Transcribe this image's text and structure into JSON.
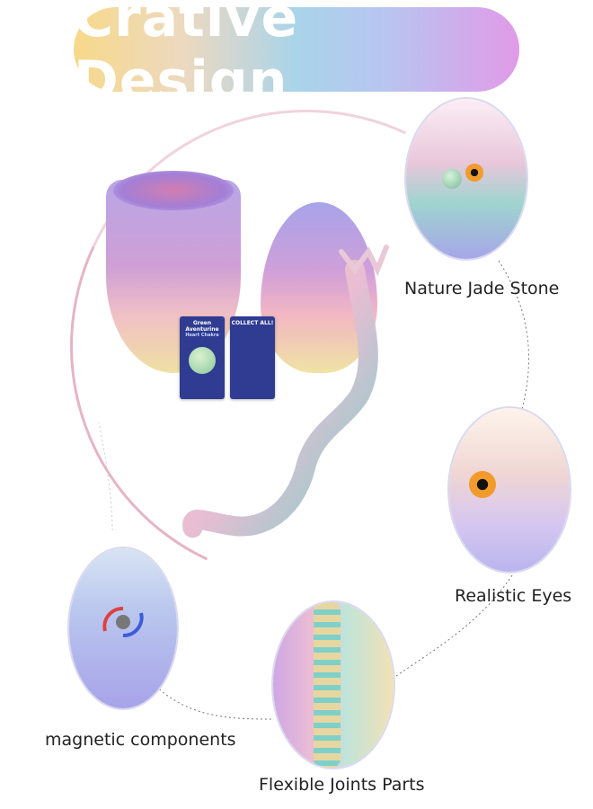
{
  "banner": {
    "title": "Crative Design"
  },
  "labels": {
    "jade": "Nature Jade Stone",
    "eyes": "Realistic Eyes",
    "magnetic": "magnetic components",
    "joints": "Flexible Joints Parts"
  },
  "cards": {
    "left_title": "Green Aventurine",
    "left_sub": "Heart Chakra",
    "right_title": "COLLECT ALL!"
  },
  "colors": {
    "banner_gradient": [
      "#f7d98a",
      "#a9d4ea",
      "#e19ae8"
    ],
    "egg_purple": "#b8a6e6",
    "egg_pink": "#f2b6c4",
    "egg_yellow": "#efe3a3",
    "dragon_teal": "#7fd0c8",
    "dragon_gold": "#e8d6a0",
    "card_navy": "#2f3c92",
    "eye_orange": "#f29b2a"
  }
}
